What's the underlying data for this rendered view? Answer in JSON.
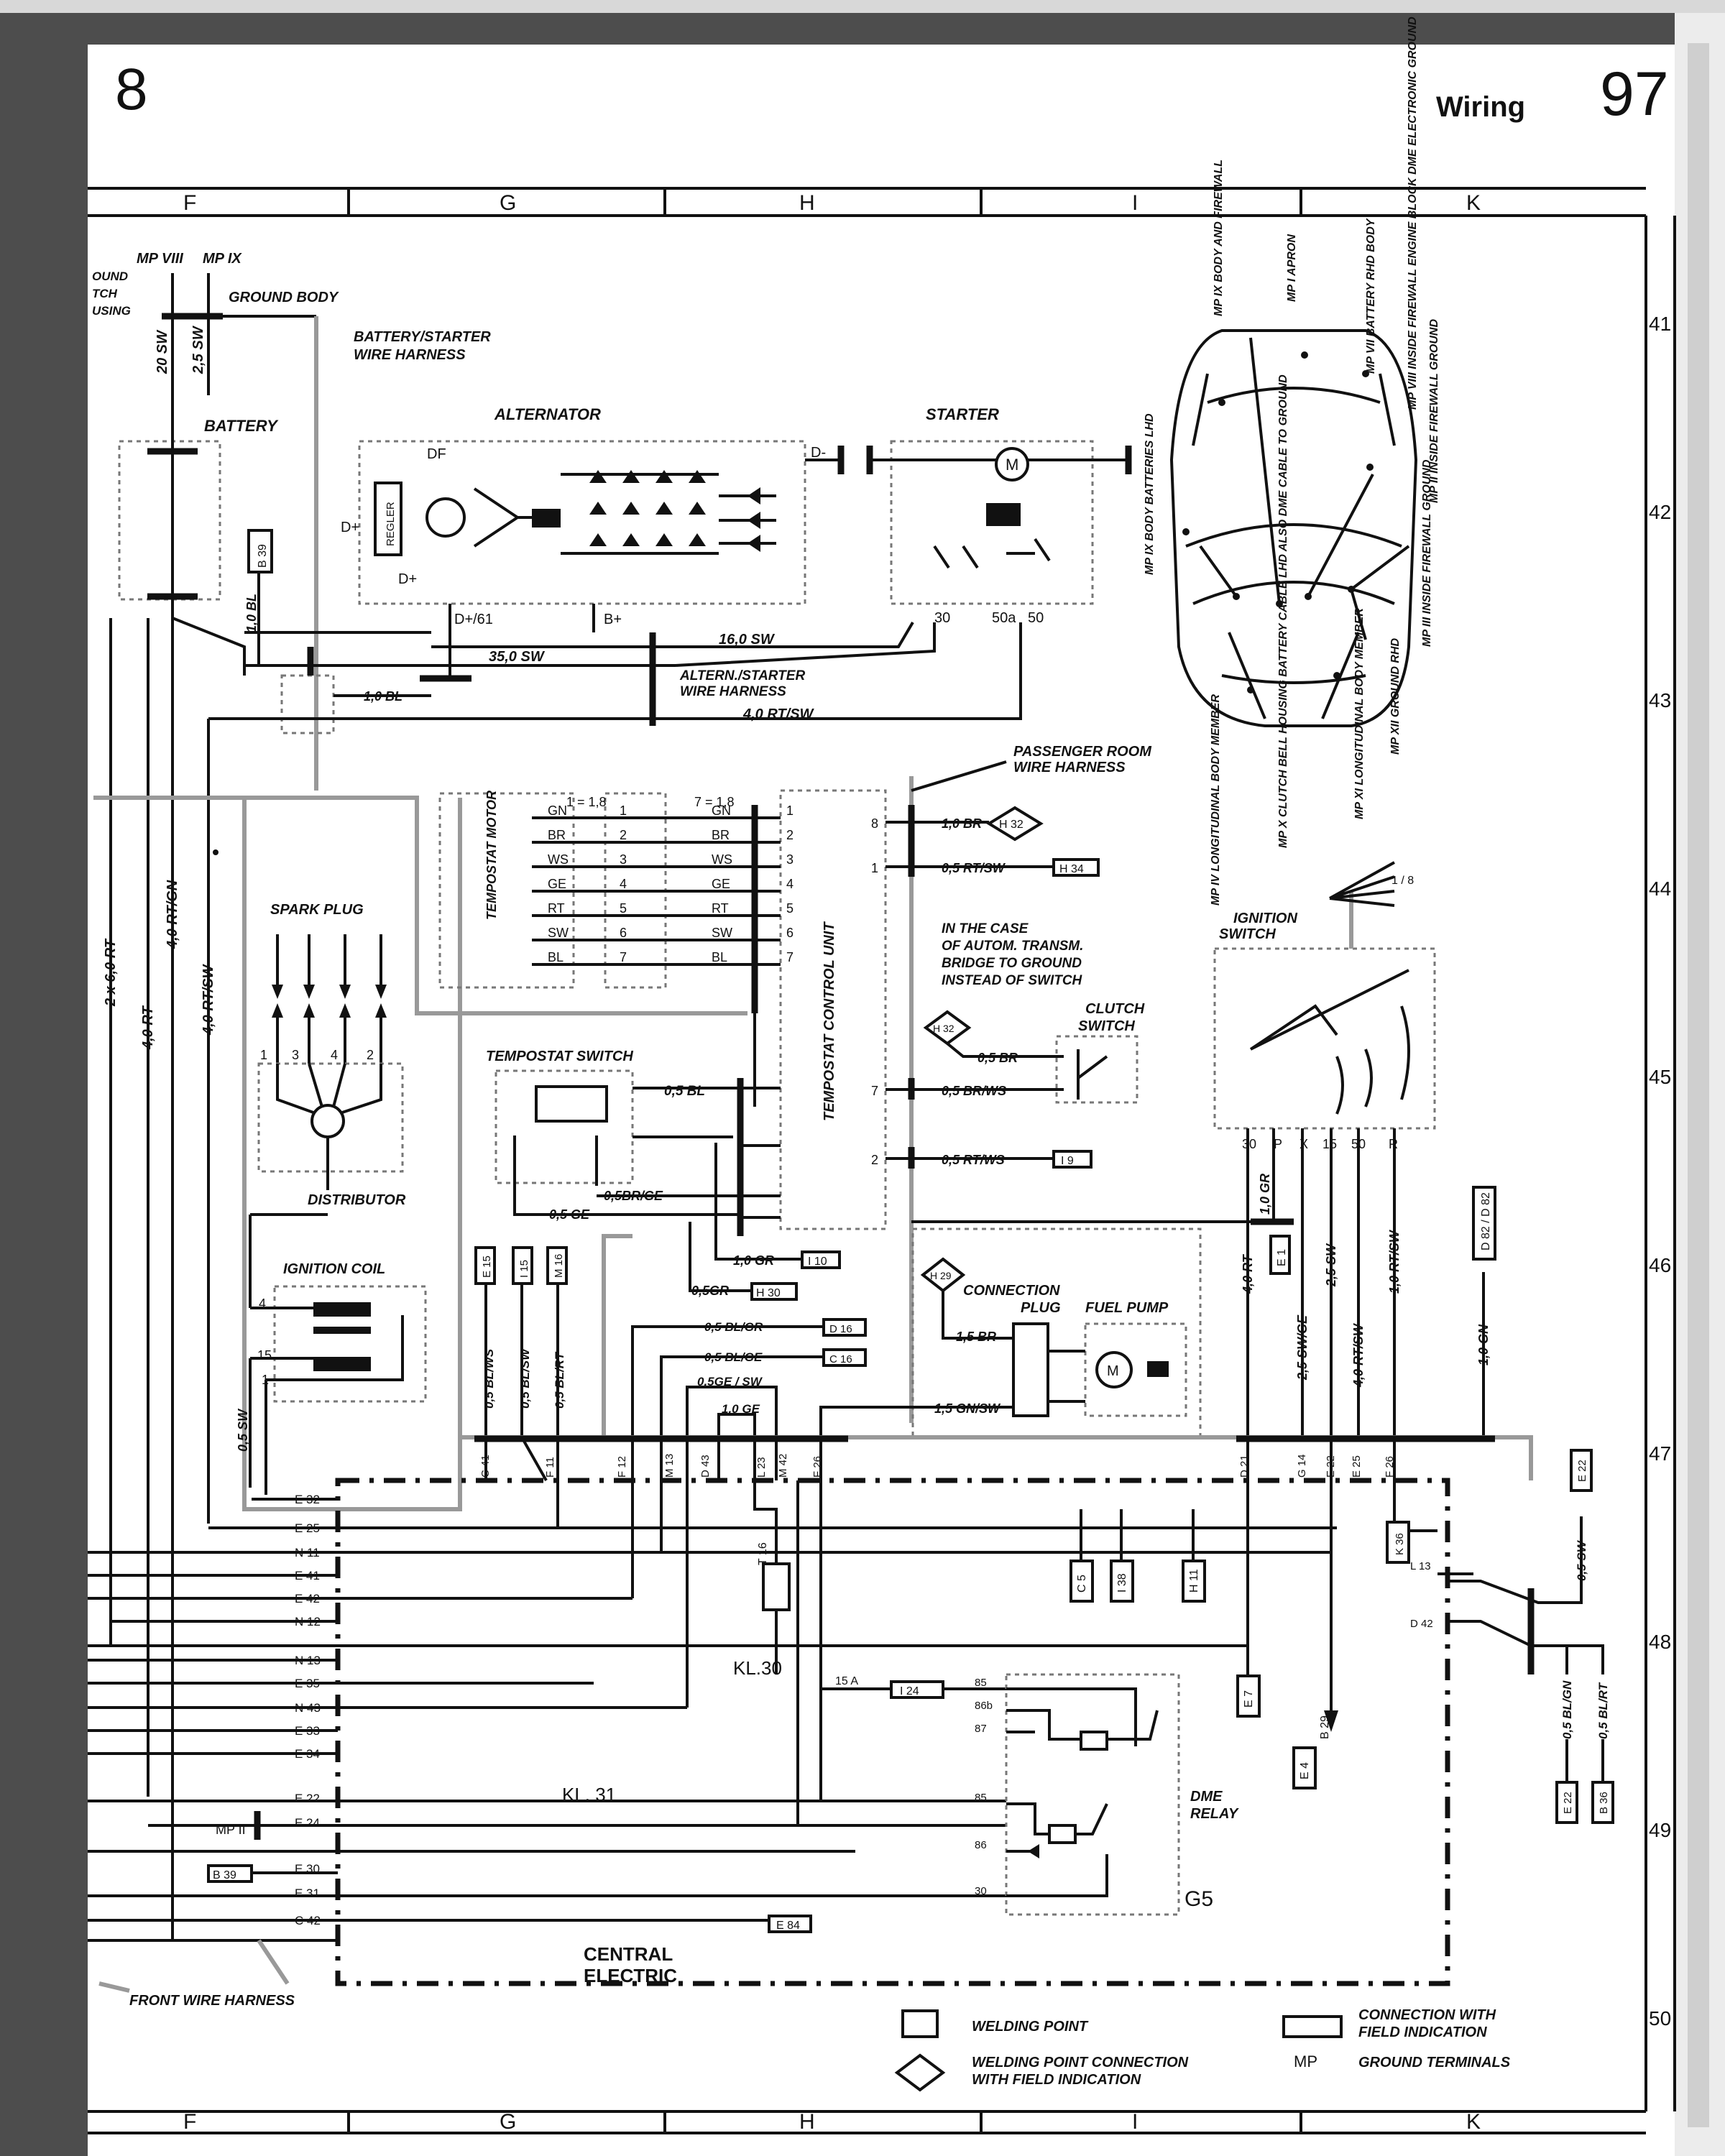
{
  "page": {
    "chapter_number": "8",
    "section_title": "Wiring",
    "page_number": "97"
  },
  "grid": {
    "columns": [
      "F",
      "G",
      "H",
      "I",
      "K"
    ],
    "rows": [
      "41",
      "42",
      "43",
      "44",
      "45",
      "46",
      "47",
      "48",
      "49",
      "50"
    ]
  },
  "components": {
    "battery": "BATTERY",
    "ground_body": "GROUND BODY",
    "ground_strap_fragment": [
      "OUND",
      "TCH",
      "USING"
    ],
    "battery_starter_harness": "BATTERY/STARTER WIRE HARNESS",
    "alternator": "ALTERNATOR",
    "regler": "REGLER",
    "starter": "STARTER",
    "altern_starter_harness": "ALTERN./STARTER WIRE HARNESS",
    "passenger_room_harness": "PASSENGER ROOM WIRE HARNESS",
    "tempostat_motor": "TEMPOSTAT MOTOR",
    "tempostat_control_unit": "TEMPOSTAT CONTROL UNIT",
    "tempostat_switch": "TEMPOSTAT SWITCH",
    "spark_plug": "SPARK PLUG",
    "distributor": "DISTRIBUTOR",
    "ignition_coil": "IGNITION COIL",
    "autom_note": "IN THE CASE OF AUTOM. TRANSM. BRIDGE TO GROUND INSTEAD OF SWITCH",
    "clutch_switch": "CLUTCH SWITCH",
    "connection_plug": "CONNECTION PLUG",
    "fuel_pump": "FUEL PUMP",
    "ignition_switch": "IGNITION SWITCH",
    "dme_relay": "DME RELAY",
    "g5": "G5",
    "central_electric": "CENTRAL ELECTRIC",
    "front_harness": "FRONT WIRE HARNESS",
    "kl30": "KL.30",
    "kl31": "KL. 31"
  },
  "ground_points": {
    "top_left": [
      "MP VIII",
      "MP IX"
    ],
    "mp1": "MP I APRON",
    "mp7": "MP VII BATTERY RHD BODY",
    "mp8": "MP VIII INSIDE FIREWALL ENGINE BLOCK DME ELECTRONIC GROUND",
    "mp2": "MP II INSIDE FIREWALL GROUND",
    "mp3": "MP III INSIDE FIREWALL GROUND",
    "mp9_top": "MP IX BODY AND FIREWALL",
    "mp9_side": "MP IX BODY BATTERIES LHD",
    "mp10": "MP X CLUTCH BELL HOUSING BATTERY CABLE LHD ALSO DME CABLE TO GROUND",
    "mp11": "MP XI LONGITUDINAL BODY MEMBER",
    "mp4": "MP IV LONGITUDINAL BODY MEMBER",
    "mp12": "MP XII GROUND RHD",
    "mp_left": "MP II"
  },
  "wires": {
    "w20sw": "20 SW",
    "w25sw": "2,5 SW",
    "w10bl_v": "1,0 BL",
    "w350sw": "35,0 SW",
    "w10bl": "1,0 BL",
    "w160sw": "16,0 SW",
    "w40rtsw": "4,0 RT/SW",
    "w26rt": "2 x 6,0 RT",
    "w40rt": "4,0 RT",
    "w40rtgn": "4,0 RT/GN",
    "w40rtsw_v": "4,0 RT/SW",
    "w10br": "1,0 BR",
    "w05rtsw": "0,5 RT/SW",
    "w05br": "0,5 BR",
    "w05brws": "0,5 BR/WS",
    "w05rtws": "0,5 RT/WS",
    "w05bl": "0,5 BL",
    "w05brge": "0,5BR/GE",
    "w05ge": "0,5 GE",
    "w10gr": "1,0 GR",
    "w05gr": "0,5GR",
    "w05blgr": "0,5 BL/GR",
    "w05blge": "0,5 BL/GE",
    "w05gesw": "0,5GE / SW",
    "w10ge": "1,0 GE",
    "w15br": "1,5 BR",
    "w15gnsw": "1,5 GN/SW",
    "w05blws": "0,5 BL/WS",
    "w05blsw": "0,5 BL/SW",
    "w05blrt": "0,5 BL/RT",
    "w05sw_coil": "0,5 SW",
    "w40rt_ign": "4,0 RT",
    "w10gr_ign": "1,0 GR",
    "w25swge": "2,5 SW/GE",
    "w40rtsw_ign": "4,0 RT/SW",
    "w10rtsw": "1,0 RT/SW",
    "w10gn": "1,0 GN",
    "w05sw_r": "0,5 SW",
    "w05blgn": "0,5 BL/GN",
    "w05blrt_r": "0,5 BL/RT",
    "motor_pairs": [
      [
        "GN",
        "1"
      ],
      [
        "BR",
        "2"
      ],
      [
        "WS",
        "3"
      ],
      [
        "GE",
        "4"
      ],
      [
        "RT",
        "5"
      ],
      [
        "SW",
        "6"
      ],
      [
        "BL",
        "7"
      ]
    ]
  },
  "terminals": {
    "alt_dplus": "D+",
    "alt_df": "DF",
    "alt_bplus": "B+",
    "alt_dminus": "D-",
    "alt_dplus61": "D+/61",
    "starter_30": "30",
    "starter_50a": "50a",
    "starter_50": "50",
    "ce_left": [
      "E 32",
      "E 25",
      "N 11",
      "E 41",
      "E 42",
      "N 12",
      "N 13",
      "E 35",
      "N 43",
      "E 33",
      "E 34",
      "E 22",
      "E 24",
      "E 30",
      "E 31",
      "C 42"
    ],
    "ce_top": [
      "C 41",
      "F 11",
      "F 12",
      "M 13",
      "D 43",
      "L 23",
      "M 42",
      "F 26",
      "D 21",
      "G 14",
      "E 22",
      "E 25",
      "F 26"
    ],
    "relay_pins": [
      "85",
      "86b",
      "87",
      "85",
      "86",
      "30"
    ],
    "ign_pins": [
      "30",
      "P",
      "X",
      "15",
      "50",
      "R"
    ],
    "fuse": "15 A"
  },
  "connectors": {
    "b39": "B 39",
    "h32": "H 32",
    "h34": "H 34",
    "h30": "H 30",
    "i9": "I 9",
    "i10": "I 10",
    "h30b": "H 30",
    "h29": "H 29",
    "d16": "D 16",
    "c16": "C 16",
    "e15": "E 15",
    "i15": "I 15",
    "m16": "M 16",
    "c5": "C 5",
    "i38": "I 38",
    "h11": "H 11",
    "e1": "E 1",
    "e7": "E 7",
    "e4": "E 4",
    "e84": "E 84",
    "i24": "I 24",
    "b29": "B 29",
    "d82": "D 82 / D 82",
    "k36": "K 36",
    "e22r": "E 22",
    "b36": "B 36",
    "l13": "L 13",
    "d42": "D 42",
    "t16": "T 16",
    "ign_fraction": "1 / 8",
    "plus18a": "1 = 1,8",
    "plus18b": "7 = 1,8"
  },
  "legend": {
    "welding_point": "WELDING POINT",
    "welding_conn": "WELDING POINT CONNECTION WITH FIELD INDICATION",
    "conn_field": "CONNECTION WITH FIELD INDICATION",
    "mp_abbr": "MP",
    "ground_terminals": "GROUND TERMINALS"
  }
}
